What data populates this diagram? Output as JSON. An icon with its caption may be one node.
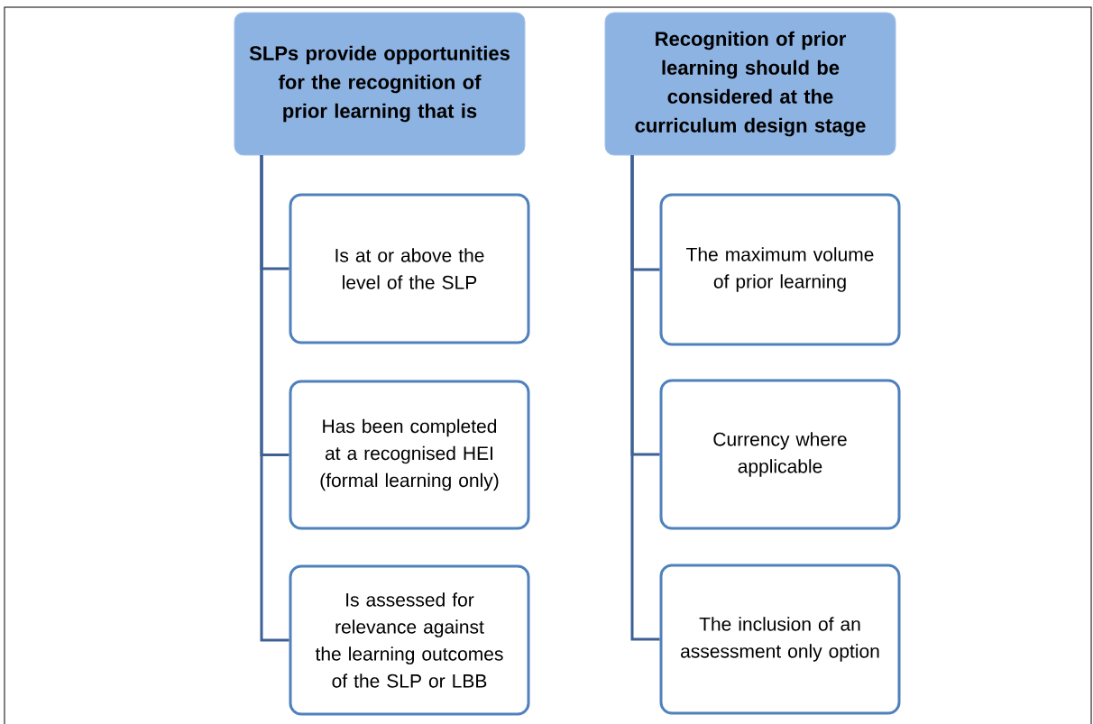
{
  "diagram": {
    "nodes": [
      {
        "text": [
          "SLPs provide opportunities for the recognition of prior learning that is"
        ]
      },
      {
        "text": [
          "Is at or above the level of the SLP"
        ]
      },
      {
        "text": [
          "Has been completed at a recognised HEI (formal learning only)"
        ]
      },
      {
        "text": [
          "Is assessed for relevance against the learning outcomes of the SLP or LBB"
        ]
      },
      {
        "text": [
          "Recognition of prior learning should be considered at the curriculum design stage"
        ]
      },
      {
        "text": [
          "The maximum volume of prior learning"
        ]
      },
      {
        "text": [
          "Currency where applicable"
        ]
      },
      {
        "text": [
          "The inclusion of an assessment only option"
        ]
      }
    ],
    "edges": [
      {
        "from": 0,
        "to": 1,
        "arrow": "none"
      },
      {
        "from": 0,
        "to": 2,
        "arrow": "none"
      },
      {
        "from": 0,
        "to": 3,
        "arrow": "none"
      },
      {
        "from": 4,
        "to": 5,
        "arrow": "none"
      },
      {
        "from": 4,
        "to": 6,
        "arrow": "none"
      },
      {
        "from": 4,
        "to": 7,
        "arrow": "none"
      }
    ]
  }
}
